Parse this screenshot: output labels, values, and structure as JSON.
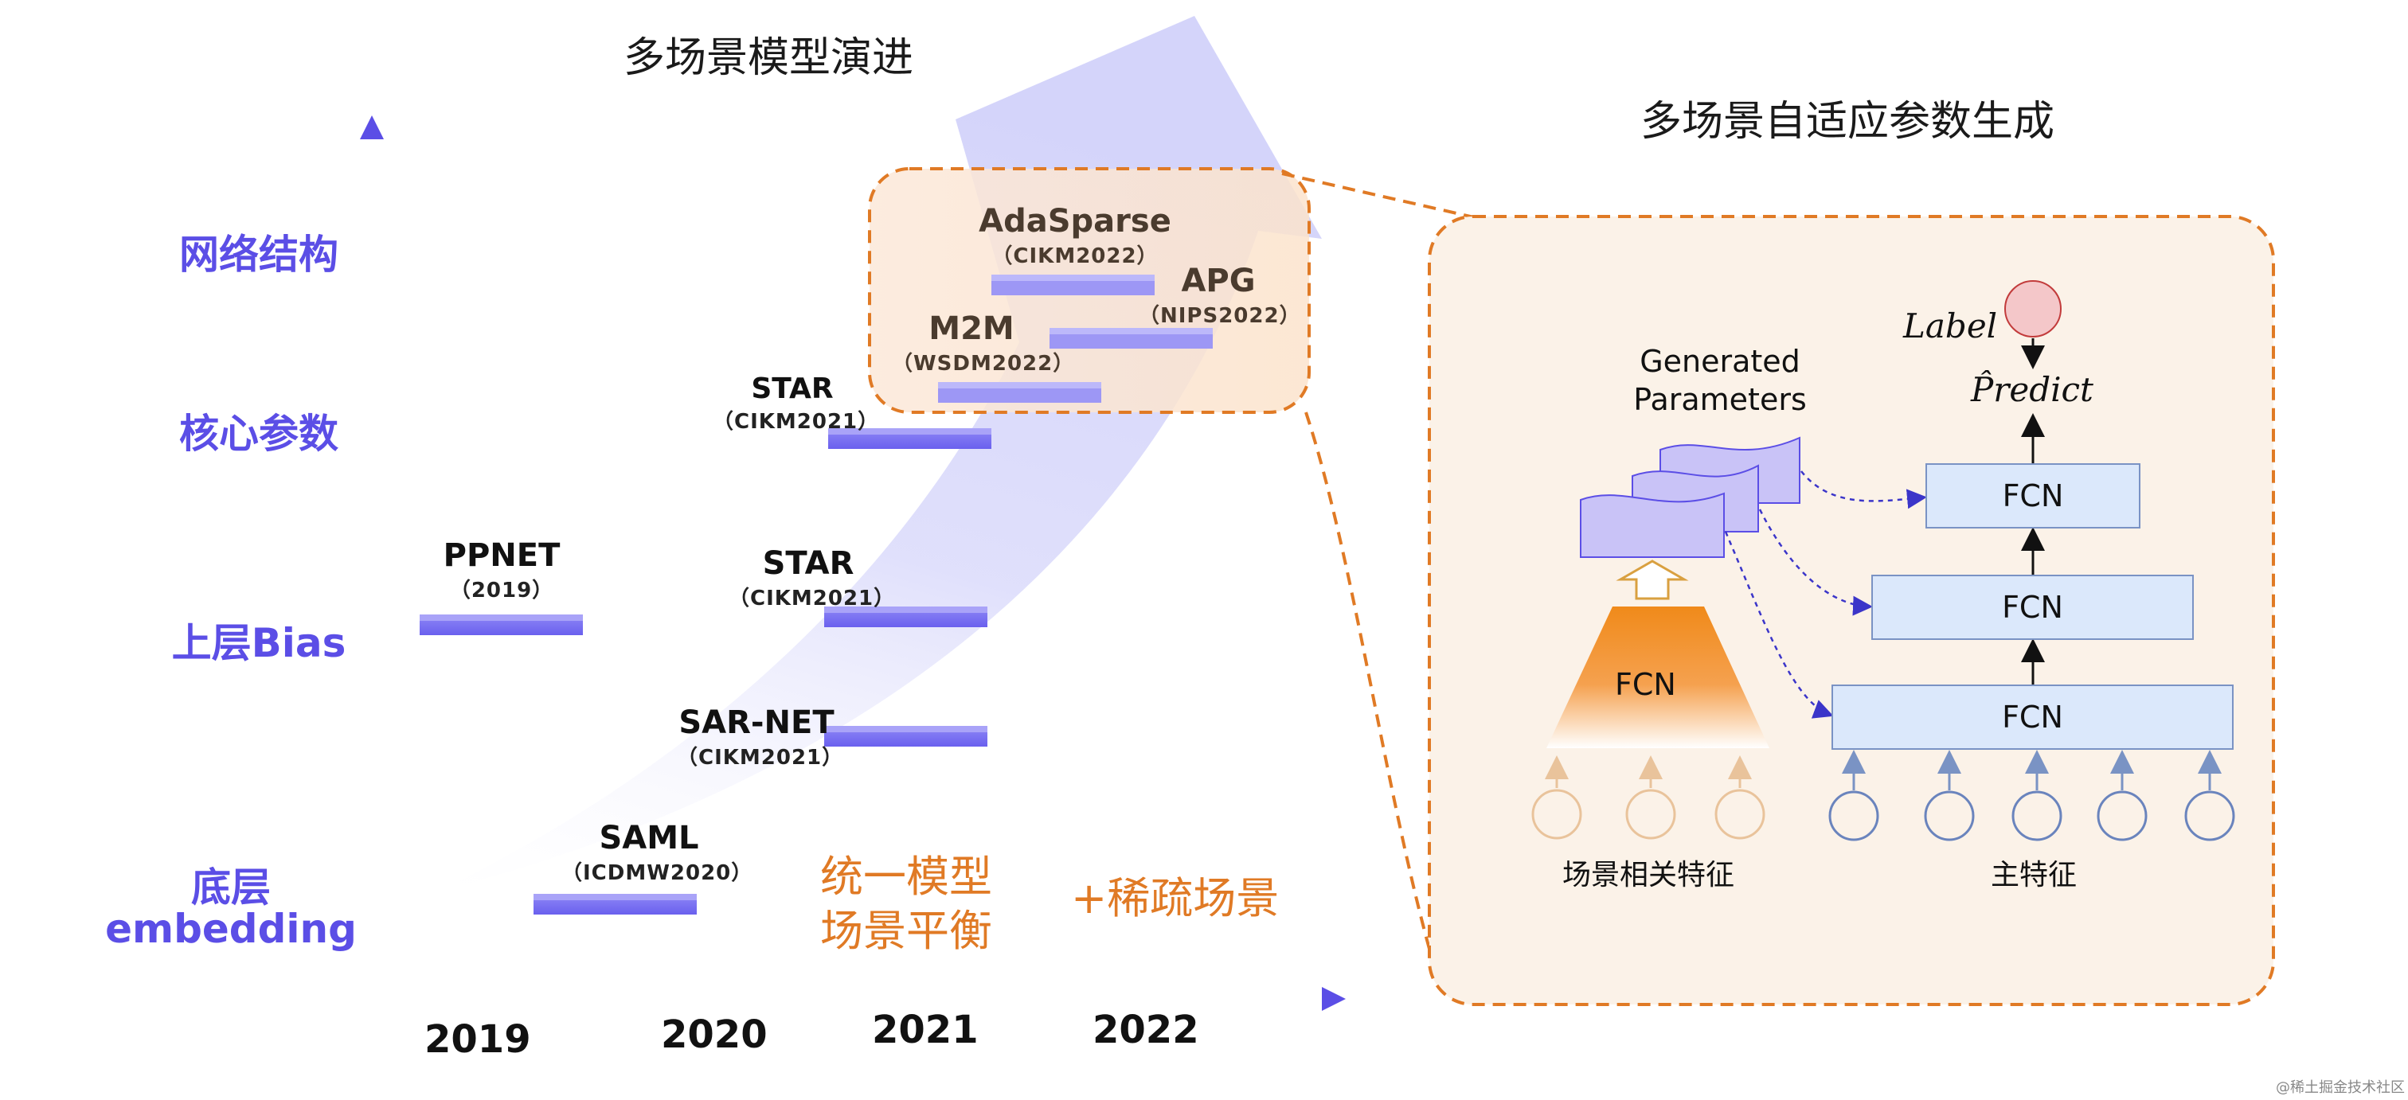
{
  "titles": {
    "left": "多场景模型演进",
    "right": "多场景自适应参数生成"
  },
  "y_axis": {
    "levels": [
      "网络结构",
      "核心参数",
      "上层Bias",
      "底层",
      "embedding"
    ]
  },
  "x_axis": {
    "years": [
      "2019",
      "2020",
      "2021",
      "2022"
    ]
  },
  "models": {
    "ppnet": {
      "name": "PPNET",
      "venue": "（2019）"
    },
    "saml": {
      "name": "SAML",
      "venue": "（ICDMW2020）"
    },
    "sarnet": {
      "name": "SAR-NET",
      "venue": "（CIKM2021）"
    },
    "star_bias": {
      "name": "STAR",
      "venue": "（CIKM2021）"
    },
    "star_core": {
      "name": "STAR",
      "venue": "（CIKM2021）"
    },
    "m2m": {
      "name": "M2M",
      "venue": "（WSDM2022）"
    },
    "adasparse": {
      "name": "AdaSparse",
      "venue": "（CIKM2022）"
    },
    "apg": {
      "name": "APG",
      "venue": "（NIPS2022）"
    }
  },
  "notes": {
    "unified_line1": "统一模型",
    "unified_line2": "场景平衡",
    "sparse": "+稀疏场景"
  },
  "right_panel": {
    "label": "Label",
    "predict": "P̂redict",
    "generated_line1": "Generated",
    "generated_line2": "Parameters",
    "fcn": "FCN",
    "scene_features": "场景相关特征",
    "main_features": "主特征"
  },
  "colors": {
    "axis": "#5b4ee6",
    "bar": "#7b73f2",
    "orange": "#e07a25",
    "fcn_fill": "#dbe8fb",
    "label_circle": "#f4c7c9"
  },
  "watermark": "@稀土掘金技术社区"
}
